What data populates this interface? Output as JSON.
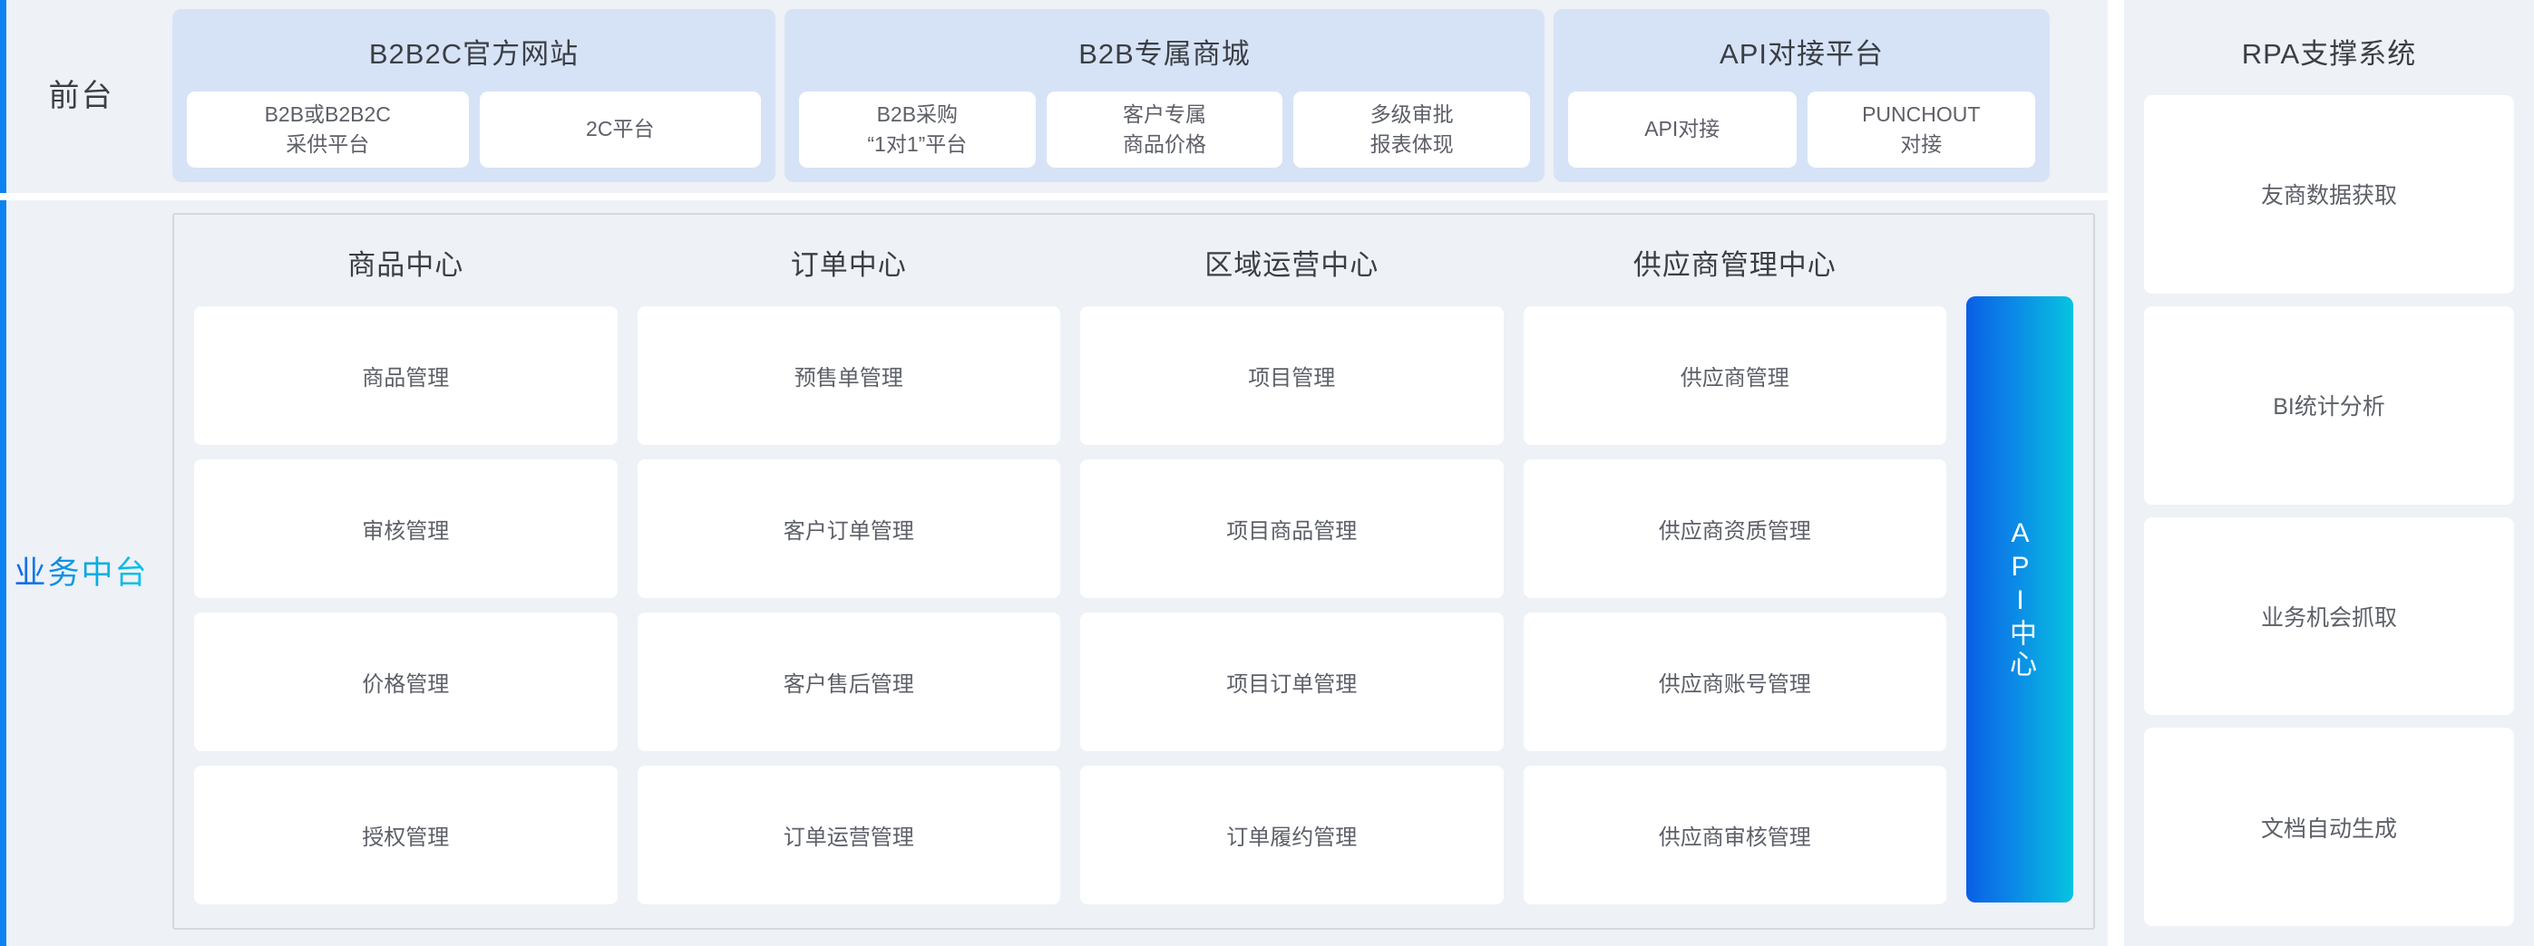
{
  "tiers": [
    {
      "label": "前台",
      "accent": "#0b82f0"
    },
    {
      "label": "业务中台",
      "accent_from": "#1464e8",
      "accent_to": "#06c6e8"
    }
  ],
  "frontend": {
    "groups": [
      {
        "title": "B2B2C官方网站",
        "cards": [
          {
            "label": "B2B或B2B2C\n采供平台"
          },
          {
            "label": "2C平台"
          }
        ]
      },
      {
        "title": "B2B专属商城",
        "cards": [
          {
            "label": "B2B采购\n“1对1”平台"
          },
          {
            "label": "客户专属\n商品价格"
          },
          {
            "label": "多级审批\n报表体现"
          }
        ]
      },
      {
        "title": "API对接平台",
        "cards": [
          {
            "label": "API对接"
          },
          {
            "label": "PUNCHOUT\n对接"
          }
        ]
      }
    ]
  },
  "middle": {
    "centers": [
      {
        "title": "商品中心",
        "items": [
          "商品管理",
          "审核管理",
          "价格管理",
          "授权管理"
        ]
      },
      {
        "title": "订单中心",
        "items": [
          "预售单管理",
          "客户订单管理",
          "客户售后管理",
          "订单运营管理"
        ]
      },
      {
        "title": "区域运营中心",
        "items": [
          "项目管理",
          "项目商品管理",
          "项目订单管理",
          "订单履约管理"
        ]
      },
      {
        "title": "供应商管理中心",
        "items": [
          "供应商管理",
          "供应商资质管理",
          "供应商账号管理",
          "供应商审核管理"
        ]
      }
    ],
    "api_bar": {
      "label": "API中心",
      "gradient_from": "#0a5fe6",
      "gradient_to": "#06c3e0"
    }
  },
  "rpa": {
    "title": "RPA支撑系统",
    "items": [
      "友商数据获取",
      "BI统计分析",
      "业务机会抓取",
      "文档自动生成"
    ]
  },
  "palette": {
    "page_background": "#ffffff",
    "zone_background": "#eef1f6",
    "group_panel": "#d6e3f7",
    "card_background": "#ffffff",
    "frame_border": "#d3d9e0",
    "title_text": "#3b3f45",
    "card_text": "#5d6068"
  }
}
